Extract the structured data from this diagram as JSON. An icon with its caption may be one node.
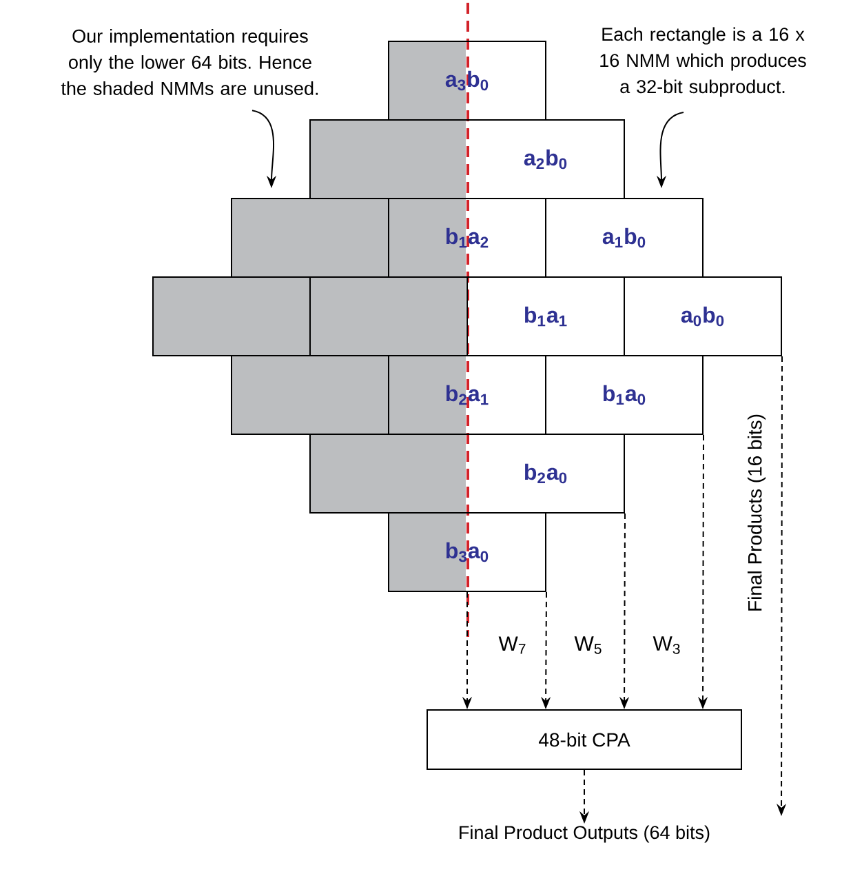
{
  "diagram": {
    "nodes": [
      {
        "text": [
          "Our implementation requires only the lower 64 bits. Hence the shaded NMMs are unused."
        ]
      },
      {
        "text": [
          "Each rectangle is a 16 x 16 NMM which produces a 32-bit subproduct."
        ]
      },
      {
        "text": [
          "a$_{3}$b$_{0}$"
        ]
      },
      {
        "text": [
          "a$_{2}$b$_{0}$"
        ]
      },
      {
        "text": [],
        "shape": "box"
      },
      {
        "text": [
          "b$_{1}$a$_{2}$"
        ]
      },
      {
        "text": [
          "a$_{1}$b$_{0}$"
        ]
      },
      {
        "text": [],
        "shape": "box"
      },
      {
        "text": [],
        "shape": "box"
      },
      {
        "text": [
          "b$_{1}$a$_{1}$"
        ]
      },
      {
        "text": [
          "a$_{0}$b$_{0}$"
        ]
      },
      {
        "text": [],
        "shape": "box"
      },
      {
        "text": [
          "b$_{2}$a$_{1}$"
        ]
      },
      {
        "text": [
          "b$_{1}$a$_{0}$"
        ]
      },
      {
        "text": [
          "b$_{2}$a$_{0}$"
        ]
      },
      {
        "text": [
          "b$_{3}$a$_{0}$"
        ]
      },
      {
        "text": [
          "48-bit CPA"
        ]
      },
      {
        "text": [
          "Final Product Outputs (64 bits)"
        ]
      }
    ],
    "edges": [
      {
        "from": 0,
        "to": 4,
        "arrow": "to"
      },
      {
        "from": 1,
        "to": 6,
        "arrow": "to"
      },
      {
        "from": 15,
        "to": 16,
        "arrow": "to",
        "style": "dashed"
      },
      {
        "from": 15,
        "to": 16,
        "arrow": "to",
        "style": "dashed"
      },
      {
        "from": 14,
        "to": 16,
        "arrow": "to",
        "style": "dashed"
      },
      {
        "from": 13,
        "to": 16,
        "arrow": "to",
        "style": "dashed"
      },
      {
        "from": 10,
        "to": null,
        "arrow": "to",
        "style": "dashed",
        "label": "Final Products (16 bits)"
      },
      {
        "from": 16,
        "to": 17,
        "arrow": "to",
        "style": "dashed"
      }
    ],
    "labels": [
      "W$_{7}$",
      "W$_{5}$",
      "W$_{3}$"
    ]
  }
}
